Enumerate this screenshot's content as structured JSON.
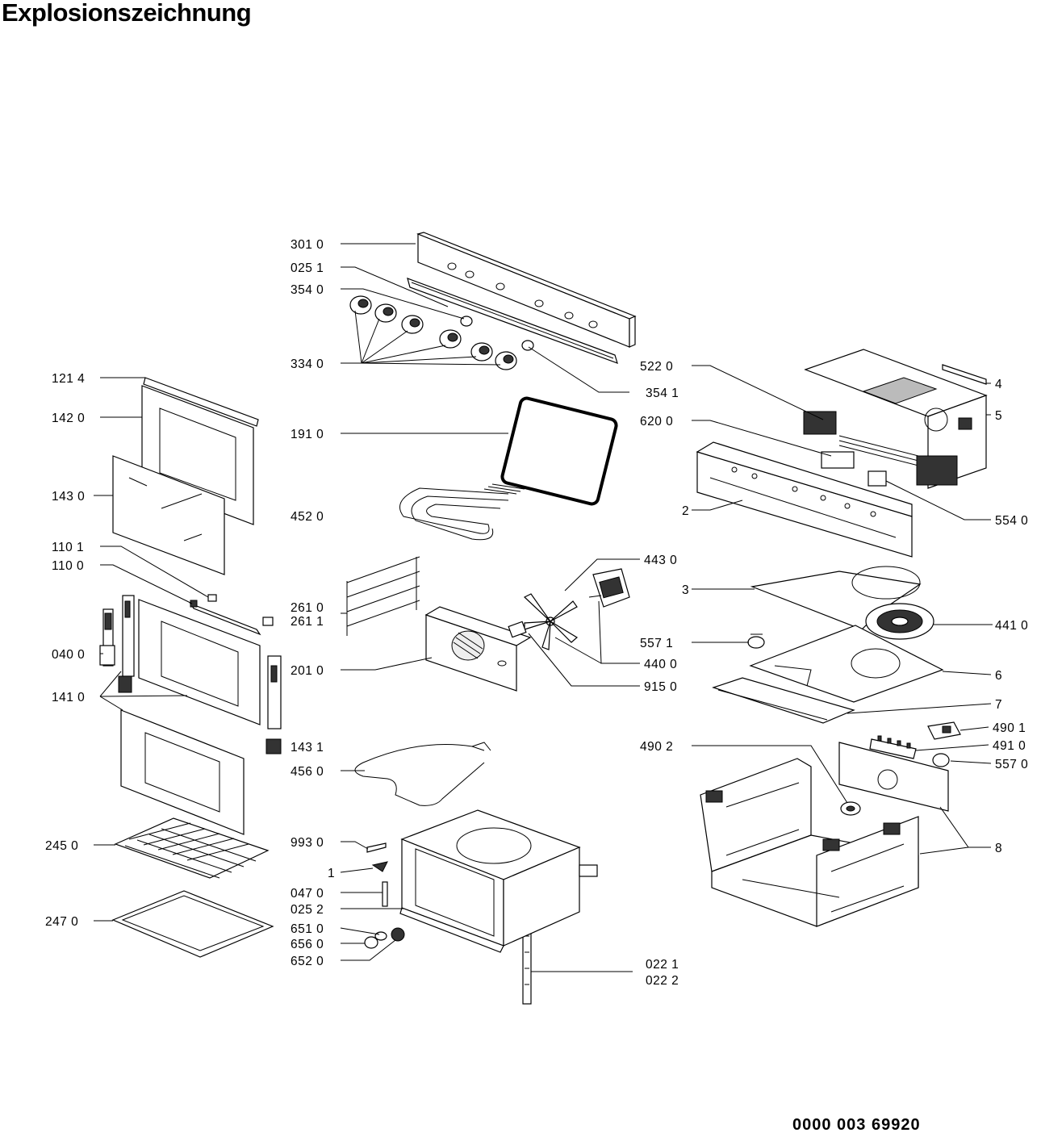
{
  "title": "Explosionszeichnung",
  "document_number": "0000 003 69920",
  "part_labels": [
    "301 0",
    "025 1",
    "354 0",
    "334 0",
    "354 1",
    "121 4",
    "142 0",
    "191 0",
    "143 0",
    "452 0",
    "110 1",
    "110 0",
    "261 0",
    "261 1",
    "040 0",
    "201 0",
    "141 0",
    "143 1",
    "456 0",
    "245 0",
    "993 0",
    "1",
    "047 0",
    "025 2",
    "247 0",
    "651 0",
    "656 0",
    "652 0",
    "022 1",
    "022 2",
    "522 0",
    "4",
    "5",
    "620 0",
    "2",
    "554 0",
    "443 0",
    "3",
    "441 0",
    "557 1",
    "440 0",
    "6",
    "915 0",
    "7",
    "490 1",
    "490 2",
    "491 0",
    "557 0",
    "8"
  ]
}
